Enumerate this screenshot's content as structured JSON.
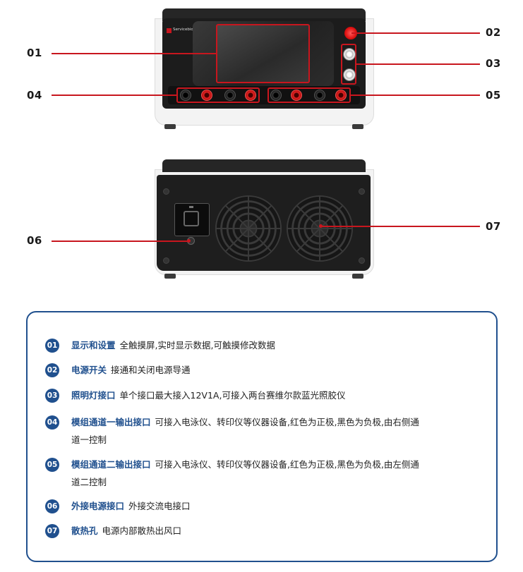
{
  "callouts": [
    {
      "id": "01"
    },
    {
      "id": "02"
    },
    {
      "id": "03"
    },
    {
      "id": "04"
    },
    {
      "id": "05"
    },
    {
      "id": "06"
    },
    {
      "id": "07"
    }
  ],
  "device": {
    "brand": "Servicebio"
  },
  "items": [
    {
      "num": "01",
      "title": "显示和设置",
      "desc": "全触摸屏,实时显示数据,可触摸修改数据",
      "desc_wrap": ""
    },
    {
      "num": "02",
      "title": "电源开关",
      "desc": "接通和关闭电源导通",
      "desc_wrap": ""
    },
    {
      "num": "03",
      "title": "照明灯接口",
      "desc": "单个接口最大接入12V1A,可接入两台赛维尔款蓝光照胶仪",
      "desc_wrap": ""
    },
    {
      "num": "04",
      "title": "模组通道一输出接口",
      "desc": "可接入电泳仪、转印仪等仪器设备,红色为正极,黑色为负极,由右侧通",
      "desc_wrap": "道一控制"
    },
    {
      "num": "05",
      "title": "模组通道二输出接口",
      "desc": "可接入电泳仪、转印仪等仪器设备,红色为正极,黑色为负极,由左侧通",
      "desc_wrap": "道二控制"
    },
    {
      "num": "06",
      "title": "外接电源接口",
      "desc": "外接交流电接口",
      "desc_wrap": ""
    },
    {
      "num": "07",
      "title": "散热孔",
      "desc": "电源内部散热出风口",
      "desc_wrap": ""
    }
  ],
  "colors": {
    "accent_red": "#c8161e",
    "accent_blue": "#20508e"
  }
}
